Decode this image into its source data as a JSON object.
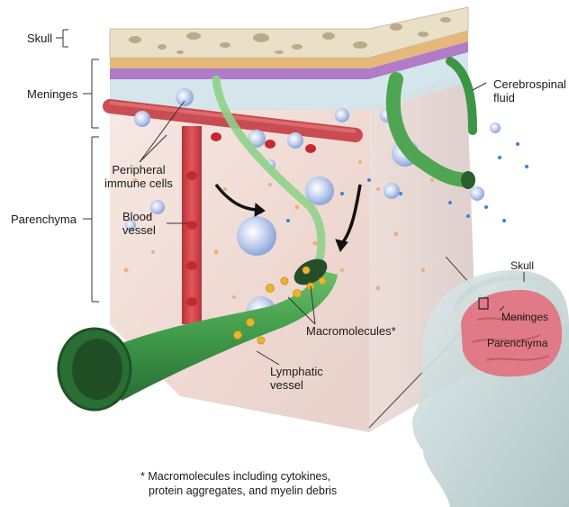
{
  "labels": {
    "skull": "Skull",
    "meninges": "Meninges",
    "parenchyma": "Parenchyma",
    "csf_line1": "Cerebrospinal",
    "csf_line2": "fluid",
    "pic_line1": "Peripheral",
    "pic_line2": "immune cells",
    "blood_line1": "Blood",
    "blood_line2": "vessel",
    "macromolecules": "Macromolecules*",
    "lymph_line1": "Lymphatic",
    "lymph_line2": "vessel"
  },
  "inset": {
    "skull": "Skull",
    "meninges": "Meninges",
    "parenchyma": "Parenchyma"
  },
  "footnote": {
    "line1": "* Macromolecules including cytokines,",
    "line2": "protein aggregates, and myelin debris"
  },
  "colors": {
    "skull": "#e8dcc4",
    "dura": "#e6b77a",
    "arachnoid": "#b07cc8",
    "csf": "#cfe3ea",
    "blood_vessel": "#d3454a",
    "lymphatic": "#3f9a4a",
    "parenchyma_tissue": "#f1d6cc",
    "brain_inset": "#e07a86"
  }
}
